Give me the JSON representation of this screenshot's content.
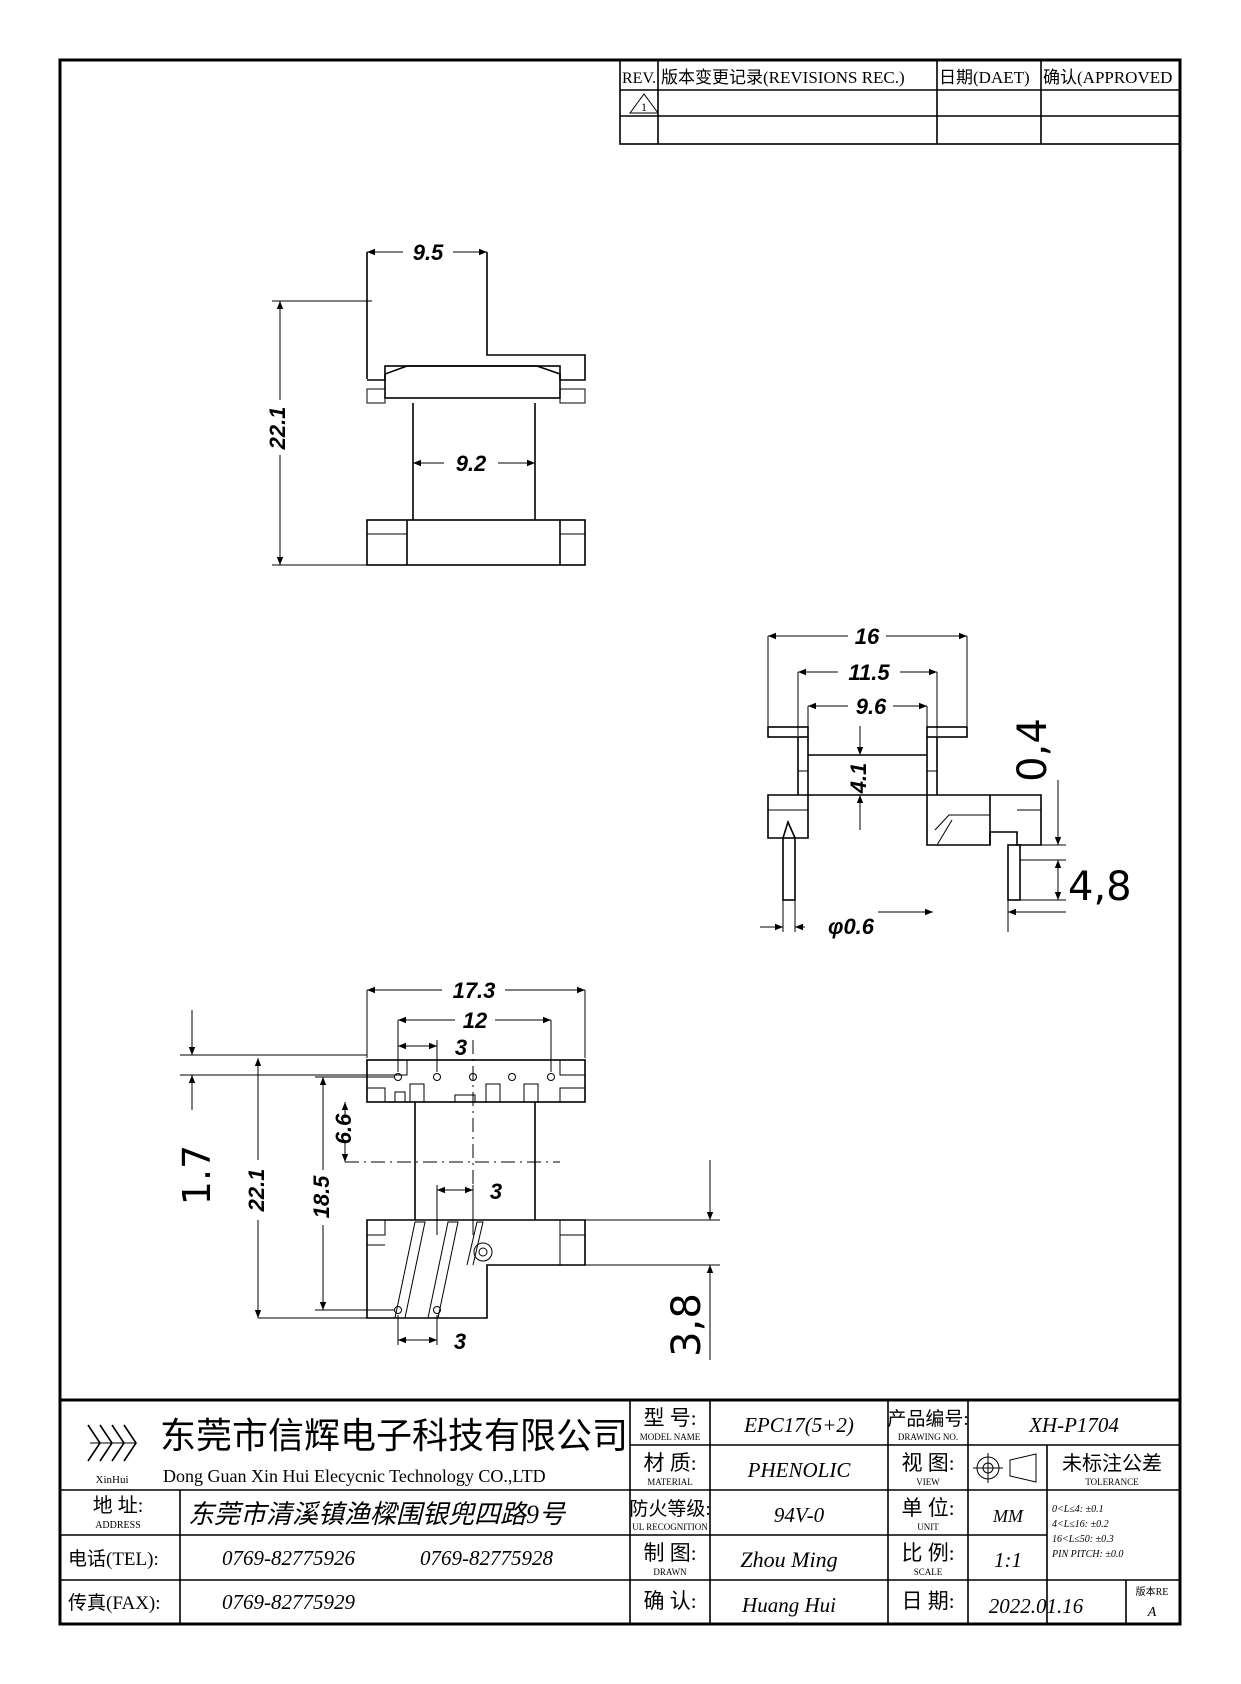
{
  "revision_table": {
    "headers": [
      "REV.",
      "版本变更记录(REVISIONS REC.)",
      "日期(DAET)",
      "确认(APPROVED"
    ],
    "rev_mark": "1"
  },
  "dimensions": {
    "top_view": {
      "width": "9.5",
      "height": "22.1",
      "inner": "9.2"
    },
    "side_view": {
      "width": "16",
      "mid": "11.5",
      "inner": "9.6",
      "height": "4.1",
      "top_offset": "0,4",
      "pin_len": "4,8",
      "pin_dia": "φ0.6"
    },
    "bottom_view": {
      "width": "17.3",
      "pin_span": "12",
      "pitch_top": "3",
      "offset": "1.7",
      "height": "22.1",
      "row_gap": "18.5",
      "flange": "6.6",
      "pitch_mid": "3",
      "pitch_bottom": "3",
      "base": "3,8"
    }
  },
  "title_block": {
    "company_cn": "东莞市信辉电子科技有限公司",
    "company_en": "Dong Guan Xin Hui Elecycnic Technology CO.,LTD",
    "logo_text": "XinHui",
    "address_label": "地 址:",
    "address_label_en": "ADDRESS",
    "address_value": "东莞市清溪镇渔樑围银兜四路9号",
    "tel_label": "电话(TEL):",
    "tel_value_1": "0769-82775926",
    "tel_value_2": "0769-82775928",
    "fax_label": "传真(FAX):",
    "fax_value": "0769-82775929",
    "model_label": "型 号:",
    "model_label_en": "MODEL NAME",
    "model_value": "EPC17(5+2)",
    "material_label": "材 质:",
    "material_label_en": "MATERIAL",
    "material_value": "PHENOLIC",
    "fire_label": "防火等级:",
    "fire_label_en": "UL RECOGNITION",
    "fire_value": "94V-0",
    "drawn_label": "制 图:",
    "drawn_label_en": "DRAWN",
    "drawn_value": "Zhou Ming",
    "approve_label": "确 认:",
    "approve_value": "Huang Hui",
    "drawing_no_label": "产品编号:",
    "drawing_no_label_en": "DRAWING NO.",
    "drawing_no_value": "XH-P1704",
    "view_label": "视 图:",
    "view_label_en": "VIEW",
    "tolerance_label": "未标注公差",
    "tolerance_label_en": "TOLERANCE",
    "tolerance_rows": [
      "0<L≤4:  ±0.1",
      "4<L≤16:  ±0.2",
      "16<L≤50:  ±0.3",
      "PIN PITCH:  ±0.0"
    ],
    "unit_label": "单 位:",
    "unit_label_en": "UNIT",
    "unit_value": "MM",
    "scale_label": "比 例:",
    "scale_label_en": "SCALE",
    "scale_value": "1:1",
    "date_label": "日 期:",
    "date_value": "2022.01.16",
    "version_label": "版本RE",
    "version_value": "A"
  }
}
